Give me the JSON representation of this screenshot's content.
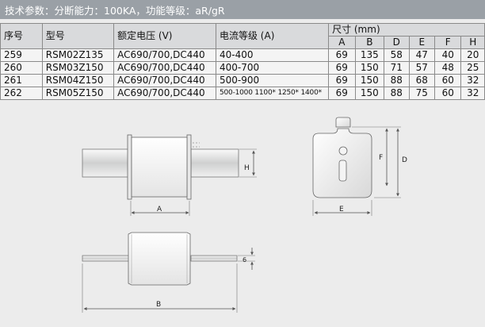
{
  "header": {
    "title": "技术参数：分断能力：100KA，功能等级：aR/gR"
  },
  "table": {
    "headers": {
      "seq": "序号",
      "model": "型号",
      "voltage": "额定电压 (V)",
      "current": "电流等级 (A)",
      "dims_group": "尺寸 (mm)",
      "dims": [
        "A",
        "B",
        "D",
        "E",
        "F",
        "H"
      ]
    },
    "rows": [
      {
        "seq": "259",
        "model": "RSM02Z135",
        "voltage": "AC690/700,DC440",
        "current": "40-400",
        "dims": [
          "69",
          "135",
          "58",
          "47",
          "40",
          "20"
        ]
      },
      {
        "seq": "260",
        "model": "RSM03Z150",
        "voltage": "AC690/700,DC440",
        "current": "400-700",
        "dims": [
          "69",
          "150",
          "71",
          "57",
          "48",
          "25"
        ]
      },
      {
        "seq": "261",
        "model": "RSM04Z150",
        "voltage": "AC690/700,DC440",
        "current": "500-900",
        "dims": [
          "69",
          "150",
          "88",
          "68",
          "60",
          "32"
        ]
      },
      {
        "seq": "262",
        "model": "RSM05Z150",
        "voltage": "AC690/700,DC440",
        "current": "500-1000  1100* 1250* 1400*",
        "dims": [
          "69",
          "150",
          "88",
          "75",
          "60",
          "32"
        ]
      }
    ]
  },
  "drawing": {
    "front_view": {
      "label_a": "A",
      "label_h": "H"
    },
    "side_view": {
      "label_e": "E",
      "label_f": "F",
      "label_d": "D"
    },
    "top_view": {
      "label_b": "B",
      "label_6": "6"
    }
  }
}
